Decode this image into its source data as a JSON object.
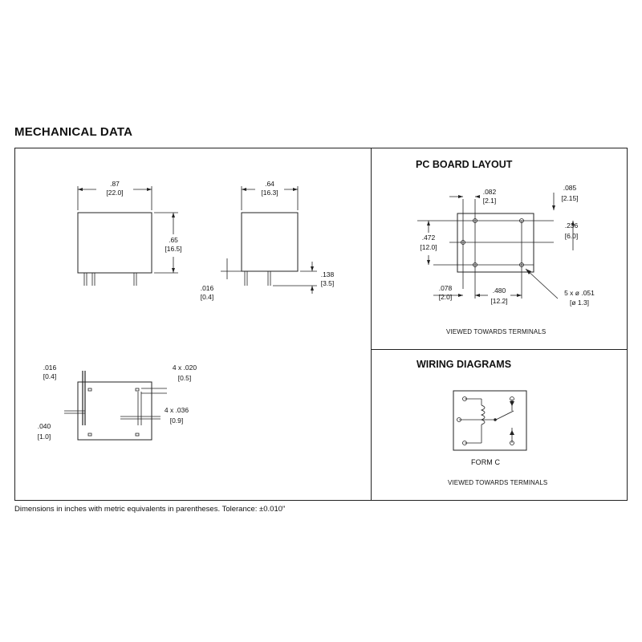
{
  "title": "MECHANICAL DATA",
  "pc_board": {
    "heading": "PC BOARD LAYOUT",
    "dims": {
      "d082": ".082",
      "d082m": "[2.1]",
      "d085": ".085",
      "d085m": "[2.15]",
      "d236": ".236",
      "d236m": "[6.0]",
      "d472": ".472",
      "d472m": "[12.0]",
      "d078": ".078",
      "d078m": "[2.0]",
      "d480": ".480",
      "d480m": "[12.2]",
      "holes": "5 x ø .051",
      "holesm": "[ø 1.3]"
    },
    "caption": "VIEWED TOWARDS TERMINALS"
  },
  "wiring": {
    "heading": "WIRING DIAGRAMS",
    "form": "FORM  C",
    "caption": "VIEWED TOWARDS TERMINALS"
  },
  "front_view": {
    "w": ".87",
    "wm": "[22.0]",
    "h": ".65",
    "hm": "[16.5]"
  },
  "side_view": {
    "w": ".64",
    "wm": "[16.3]",
    "pin": ".016",
    "pinm": "[0.4]",
    "len": ".138",
    "lenm": "[3.5]"
  },
  "bottom_view": {
    "t": ".016",
    "tm": "[0.4]",
    "pw": "4 x .020",
    "pwm": "[0.5]",
    "pl": "4 x .036",
    "plm": "[0.9]",
    "e": ".040",
    "em": "[1.0]"
  },
  "footer": "Dimensions in inches with metric equivalents in parentheses. Tolerance:  ±0.010\""
}
